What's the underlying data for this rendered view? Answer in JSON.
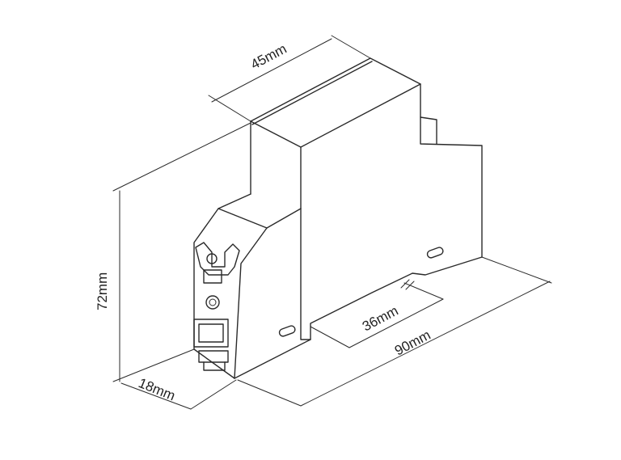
{
  "diagram": {
    "dimensions": {
      "width": "45mm",
      "height": "72mm",
      "depth_front": "18mm",
      "rail_inner": "36mm",
      "length": "90mm"
    }
  }
}
